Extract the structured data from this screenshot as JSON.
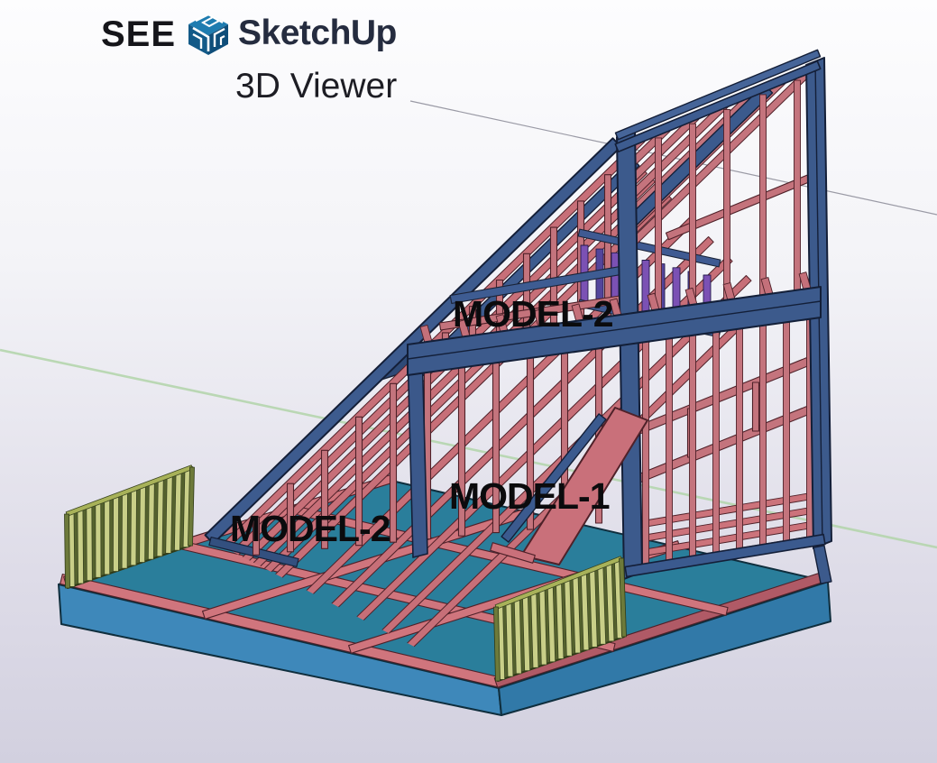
{
  "header": {
    "prefix": "SEE",
    "brand": "SketchUp",
    "product": "3D Viewer",
    "logo_icon": "sketchup-logo-icon"
  },
  "viewport": {
    "labels": {
      "upper": "MODEL-2",
      "middle": "MODEL-1",
      "lower": "MODEL-2"
    },
    "colors": {
      "brand_blue": "#1b76ae",
      "framing_pink": "#c4747d",
      "framing_blue": "#3c5a8c",
      "deck_teal": "#2a7e9b",
      "slab_blue": "#3e88ba",
      "railing_green": "#c9cf88",
      "railing_purple": "#7b51b4",
      "axis_green": "#b5d6ae",
      "horizon_line": "#9a9aa5",
      "background_bottom": "#d2d0df",
      "label_color": "#0b0b0d"
    }
  }
}
